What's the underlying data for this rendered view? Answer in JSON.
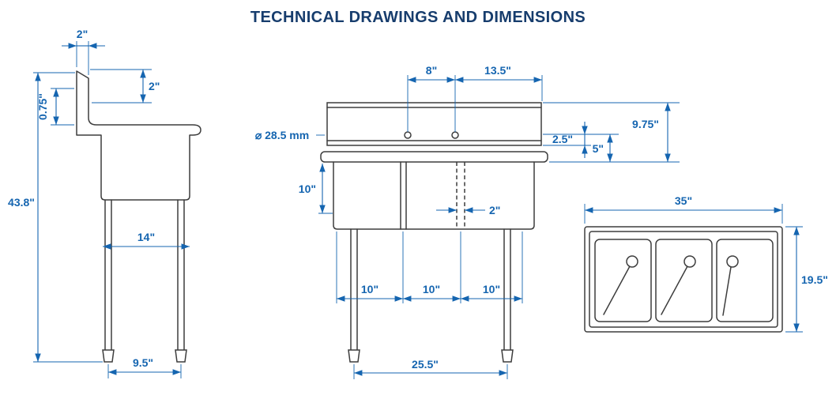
{
  "title": "TECHNICAL DRAWINGS AND DIMENSIONS",
  "colors": {
    "title": "#173d6d",
    "dimension": "#1565b0",
    "drawing_line": "#3d3d3d",
    "background": "#ffffff"
  },
  "side_view": {
    "top_thickness": "2\"",
    "backsplash_height": "2\"",
    "rim_drop": "0.75\"",
    "overall_height": "43.8\"",
    "bowl_front_to_back": "14\"",
    "leg_spacing": "9.5\""
  },
  "front_view": {
    "faucet_hole_spacing": "8\"",
    "hole_to_right_edge": "13.5\"",
    "faucet_hole_diameter": "⌀ 28.5 mm",
    "splash_lip": "2.5\"",
    "splash_lower": "5\"",
    "splash_total": "9.75\"",
    "bowl_depth": "10\"",
    "divider_width": "2\"",
    "bowl_widths": [
      "10\"",
      "10\"",
      "10\""
    ],
    "leg_span": "25.5\""
  },
  "top_view": {
    "overall_width": "35\"",
    "overall_depth": "19.5\""
  }
}
